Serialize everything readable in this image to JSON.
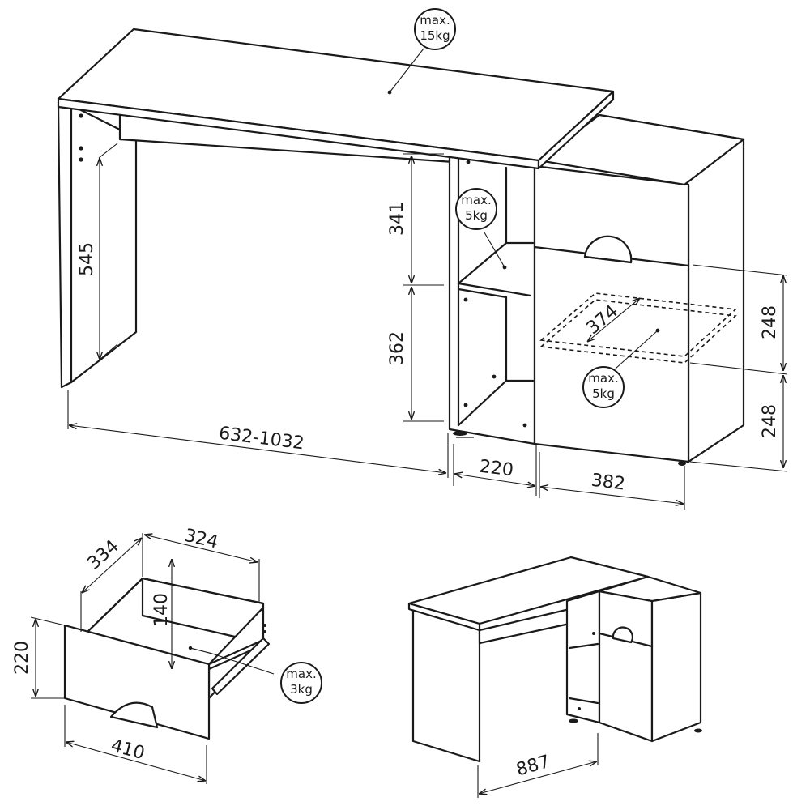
{
  "dimensions": {
    "leg_height": "545",
    "upper_shelf_height": "341",
    "lower_shelf_height": "362",
    "main_width": "632-1032",
    "shelf_width": "220",
    "cabinet_width": "382",
    "drawer_top_height": "248",
    "drawer_bottom_height": "248",
    "drawer_inner_depth": "374",
    "drawer_depth": "334",
    "drawer_inner_width": "324",
    "drawer_inner_height": "140",
    "drawer_front_height": "220",
    "drawer_front_width": "410",
    "corner_width": "887"
  },
  "loads": {
    "top": [
      "max.",
      "15kg"
    ],
    "shelf": [
      "max.",
      "5kg"
    ],
    "cabinet": [
      "max.",
      "5kg"
    ],
    "drawer": [
      "max.",
      "3kg"
    ]
  }
}
